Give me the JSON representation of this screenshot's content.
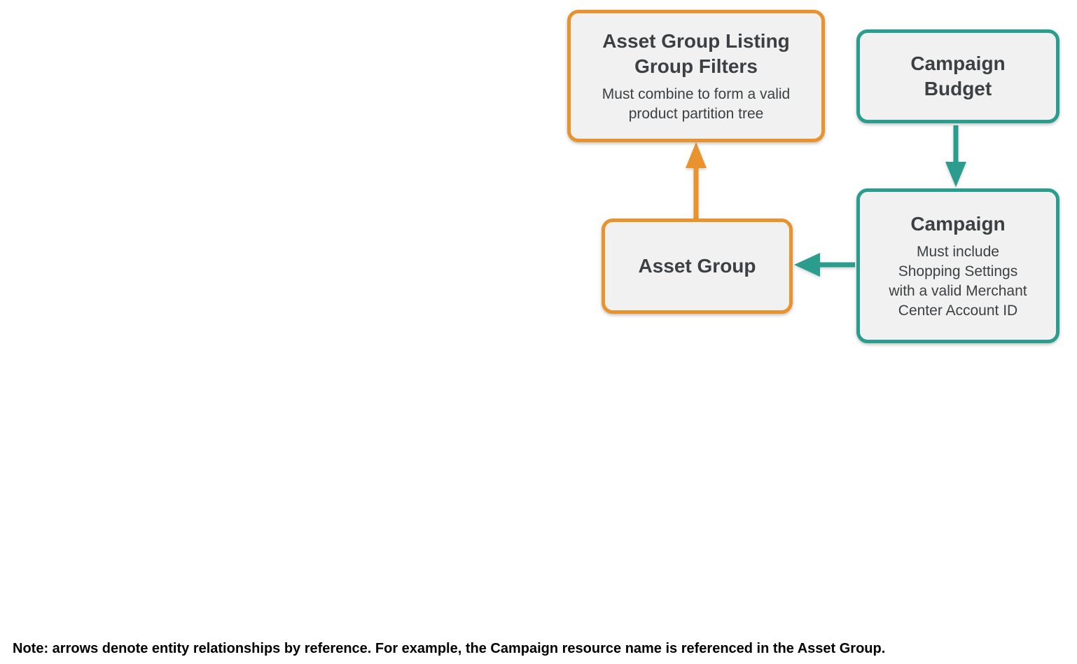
{
  "colors": {
    "orange_accent": "#e8932d",
    "teal_accent": "#2a9d8f",
    "box_fill": "#f1f1f1",
    "box_text": "#3c4043",
    "note_text": "#000000",
    "background": "#ffffff"
  },
  "diagram": {
    "nodes": [
      {
        "id": "asset-group-listing-group-filters",
        "accent": "orange",
        "title_lines": [
          "Asset Group Listing",
          "Group Filters"
        ],
        "subtitle_lines": [
          "Must combine to form a valid",
          "product partition tree"
        ]
      },
      {
        "id": "campaign-budget",
        "accent": "teal",
        "title_lines": [
          "Campaign",
          "Budget"
        ],
        "subtitle_lines": []
      },
      {
        "id": "asset-group",
        "accent": "orange",
        "title_lines": [
          "Asset Group"
        ],
        "subtitle_lines": []
      },
      {
        "id": "campaign",
        "accent": "teal",
        "title_lines": [
          "Campaign"
        ],
        "subtitle_lines": [
          "Must include",
          "Shopping Settings",
          "with a valid Merchant",
          "Center Account ID"
        ]
      }
    ],
    "edges": [
      {
        "id": "asset-group-to-listing-filters",
        "from": "asset-group",
        "to": "asset-group-listing-group-filters",
        "color": "orange",
        "direction": "up"
      },
      {
        "id": "campaign-budget-to-campaign",
        "from": "campaign-budget",
        "to": "campaign",
        "color": "teal",
        "direction": "down"
      },
      {
        "id": "campaign-to-asset-group",
        "from": "campaign",
        "to": "asset-group",
        "color": "teal",
        "direction": "left"
      }
    ]
  },
  "note": {
    "text": "Note: arrows denote entity relationships by reference. For example, the Campaign resource name is referenced in the Asset Group."
  }
}
